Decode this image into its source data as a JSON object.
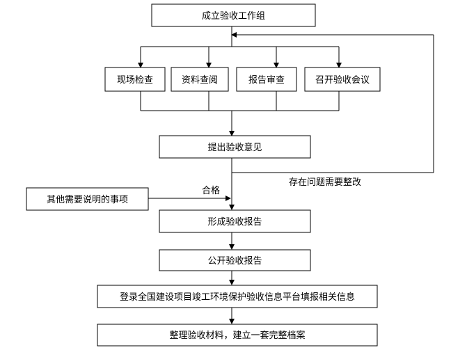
{
  "nodes": {
    "team": "成立验收工作组",
    "inspect": "现场检查",
    "review": "资料查阅",
    "report_review": "报告审查",
    "meeting": "召开验收会议",
    "opinion": "提出验收意见",
    "other": "其他需要说明的事项",
    "form_report": "形成验收报告",
    "publish_report": "公开验收报告",
    "register": "登录全国建设项目竣工环境保护验收信息平台填报相关信息",
    "archive": "整理验收材料，建立一套完整档案"
  },
  "labels": {
    "pass": "合格",
    "rectify": "存在问题需要整改"
  }
}
